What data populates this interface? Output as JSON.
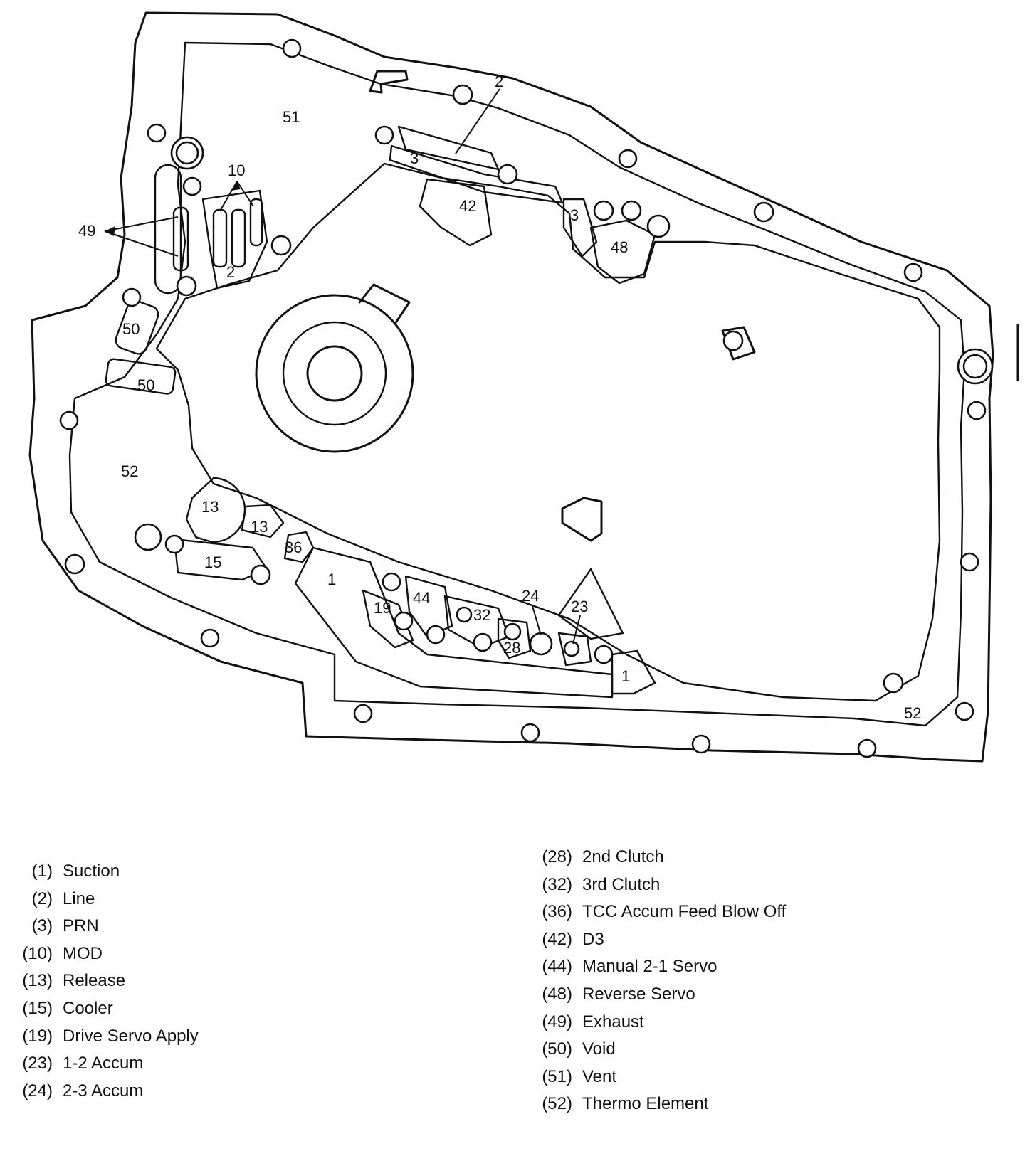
{
  "callouts": {
    "c51": "51",
    "c2_top": "2",
    "c10": "10",
    "c49": "49",
    "c3_upper": "3",
    "c42": "42",
    "c3_right": "3",
    "c48": "48",
    "c2_low": "2",
    "c50_a": "50",
    "c50_b": "50",
    "c52_left": "52",
    "c13_a": "13",
    "c13_b": "13",
    "c36": "36",
    "c15": "15",
    "c1_a": "1",
    "c19": "19",
    "c44": "44",
    "c32": "32",
    "c28": "28",
    "c24": "24",
    "c23": "23",
    "c1_b": "1",
    "c52_right": "52"
  },
  "legend": {
    "left": [
      {
        "num": "(1)",
        "label": "Suction"
      },
      {
        "num": "(2)",
        "label": "Line"
      },
      {
        "num": "(3)",
        "label": "PRN"
      },
      {
        "num": "(10)",
        "label": "MOD"
      },
      {
        "num": "(13)",
        "label": "Release"
      },
      {
        "num": "(15)",
        "label": "Cooler"
      },
      {
        "num": "(19)",
        "label": "Drive Servo Apply"
      },
      {
        "num": "(23)",
        "label": "1-2 Accum"
      },
      {
        "num": "(24)",
        "label": "2-3 Accum"
      }
    ],
    "right": [
      {
        "num": "(28)",
        "label": "2nd Clutch"
      },
      {
        "num": "(32)",
        "label": "3rd Clutch"
      },
      {
        "num": "(36)",
        "label": "TCC Accum Feed Blow Off"
      },
      {
        "num": "(42)",
        "label": "D3"
      },
      {
        "num": "(44)",
        "label": "Manual 2-1 Servo"
      },
      {
        "num": "(48)",
        "label": "Reverse Servo"
      },
      {
        "num": "(49)",
        "label": "Exhaust"
      },
      {
        "num": "(50)",
        "label": "Void"
      },
      {
        "num": "(51)",
        "label": "Vent"
      },
      {
        "num": "(52)",
        "label": "Thermo Element"
      }
    ]
  }
}
